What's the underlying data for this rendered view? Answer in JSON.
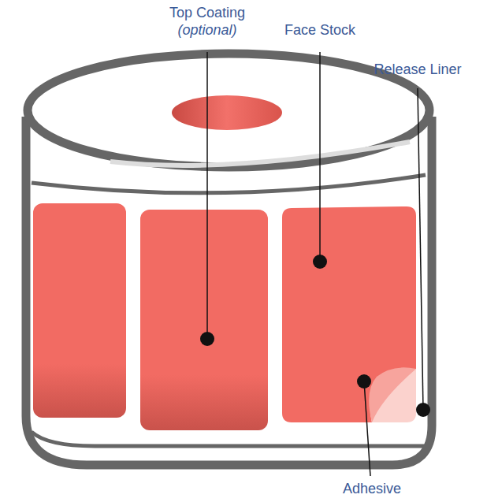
{
  "diagram": {
    "labels": [
      "Top Coating",
      "(optional)",
      "Face Stock",
      "Release Liner",
      "Adhesive"
    ]
  }
}
